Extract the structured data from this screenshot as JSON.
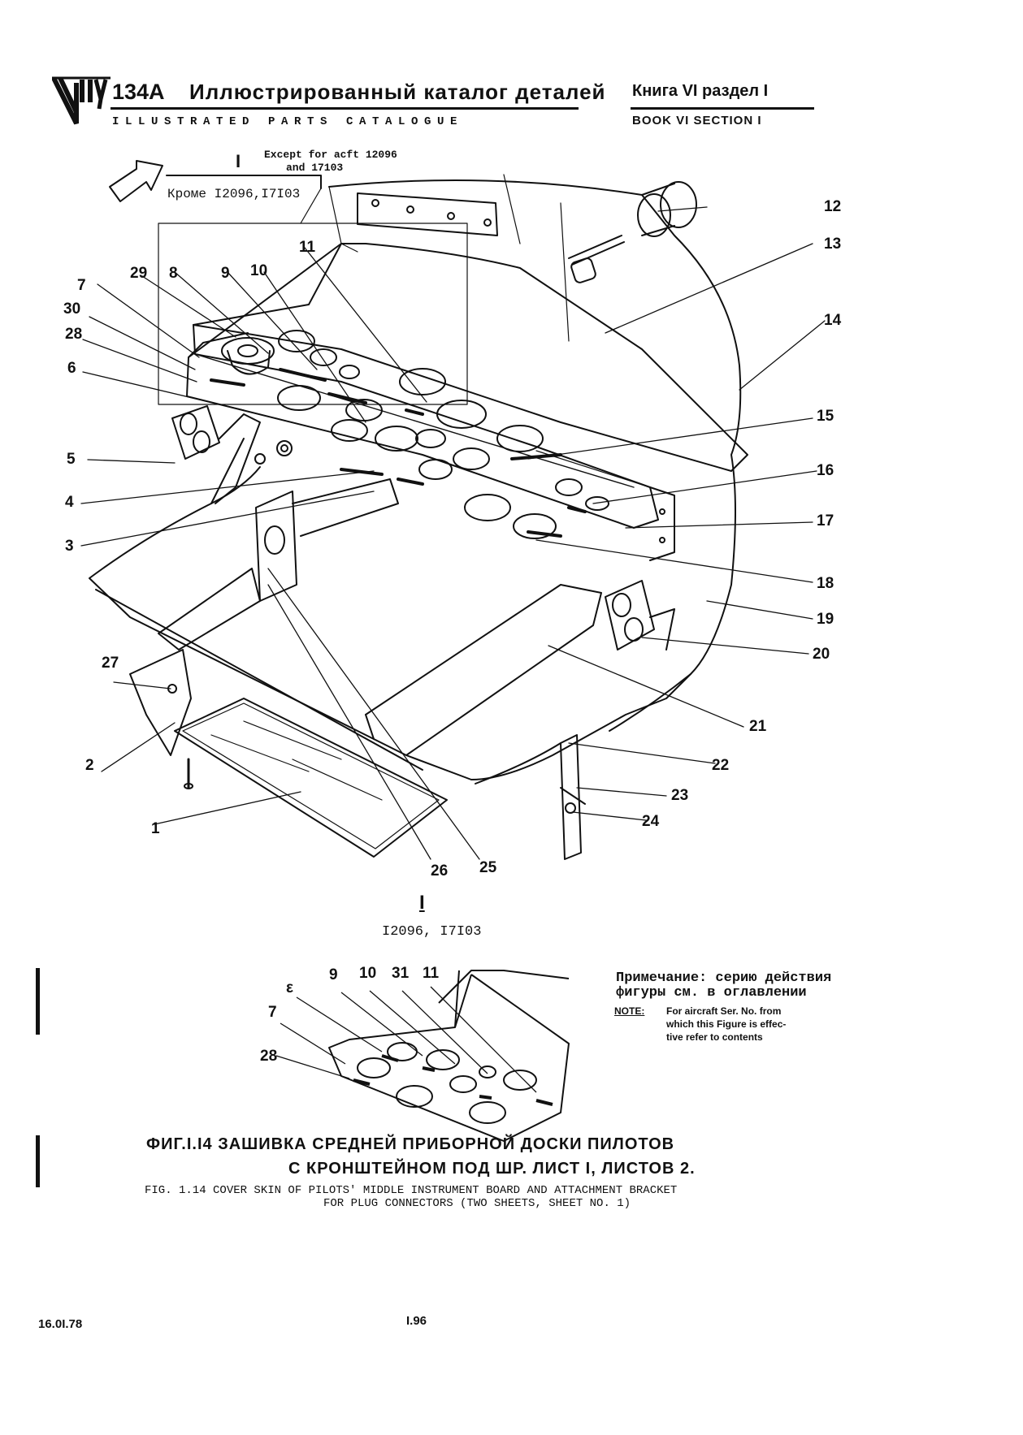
{
  "header": {
    "model": "134A",
    "title_ru": "Иллюстрированный каталог деталей",
    "title_en": "ILLUSTRATED PARTS CATALOGUE",
    "book_ru": "Книга VI раздел I",
    "book_en": "BOOK VI SECTION I"
  },
  "view_i": {
    "label": "I",
    "except_en_1": "Except for acft 12096",
    "except_en_2": "and 17103",
    "except_ru": "Кроме I2096,I7I03"
  },
  "callouts_main": [
    "1",
    "2",
    "3",
    "4",
    "5",
    "6",
    "7",
    "8",
    "9",
    "10",
    "11",
    "12",
    "13",
    "14",
    "15",
    "16",
    "17",
    "18",
    "19",
    "20",
    "21",
    "22",
    "23",
    "24",
    "25",
    "26",
    "27",
    "28",
    "29",
    "30"
  ],
  "view_i_detail": {
    "label": "I",
    "aircraft": "I2096, I7I03",
    "callouts": [
      "ε",
      "7",
      "28",
      "9",
      "10",
      "31",
      "11"
    ]
  },
  "note": {
    "ru_1": "Примечание: серию действия",
    "ru_2": "фигуры см. в оглавлении",
    "en_label": "NOTE:",
    "en_1": "For aircraft Ser. No. from",
    "en_2": "which this Figure is effec-",
    "en_3": "tive refer to contents"
  },
  "caption": {
    "ru_1": "ФИГ.I.I4 ЗАШИВКА СРЕДНЕЙ ПРИБОРНОЙ ДОСКИ ПИЛОТОВ",
    "ru_2": "С КРОНШТЕЙНОМ ПОД ШР. ЛИСТ I, ЛИСТОВ 2.",
    "en_1": "FIG. 1.14 COVER SKIN OF PILOTS' MIDDLE INSTRUMENT BOARD AND ATTACHMENT BRACKET",
    "en_2": "FOR PLUG CONNECTORS (TWO SHEETS, SHEET NO. 1)"
  },
  "footer": {
    "date": "16.0I.78",
    "page": "I.96"
  }
}
